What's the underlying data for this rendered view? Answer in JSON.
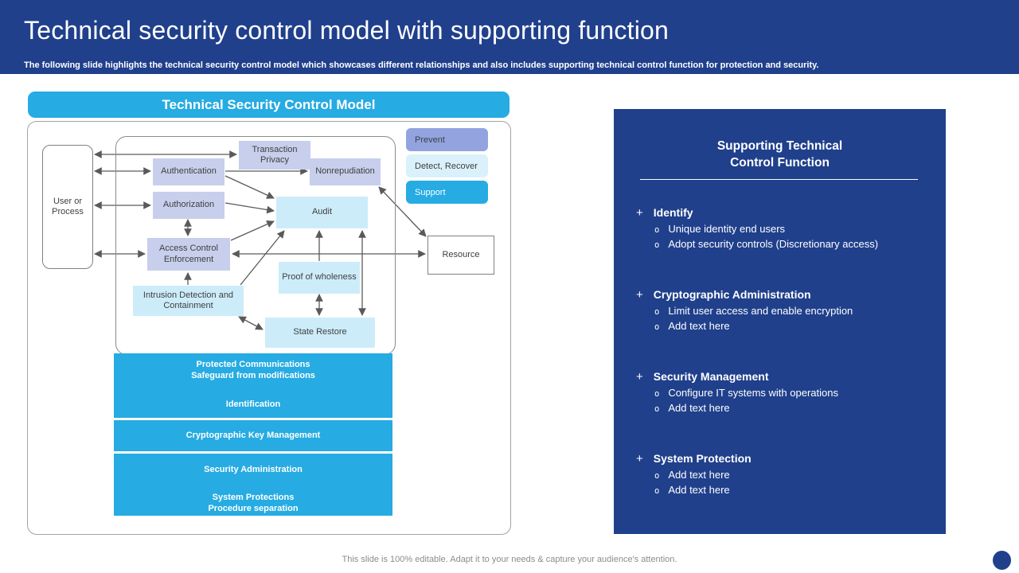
{
  "header": {
    "title": "Technical security control model with supporting function",
    "subtitle": "The following slide highlights the technical security control model which showcases different relationships and also includes supporting technical control function for protection and security."
  },
  "model_panel": {
    "title": "Technical Security Control Model",
    "boxes": {
      "user_process": "User or Process",
      "transaction_privacy": "Transaction Privacy",
      "authentication": "Authentication",
      "nonrepudiation": "Nonrepudiation",
      "authorization": "Authorization",
      "audit": "Audit",
      "access_control": "Access Control Enforcement",
      "intrusion_detection": "Intrusion Detection and Containment",
      "proof_of_wholeness": "Proof of wholeness",
      "state_restore": "State Restore",
      "resource": "Resource"
    },
    "legend": [
      {
        "label": "Prevent",
        "color": "#92a3e0"
      },
      {
        "label": "Detect, Recover",
        "color": "#daf1fc"
      },
      {
        "label": "Support",
        "color": "#26abe2"
      }
    ],
    "bars": {
      "bar1_line1": "Protected Communications",
      "bar1_line2": "Safeguard from modifications",
      "bar1_line3": "Identification",
      "bar2": "Cryptographic Key Management",
      "bar3_line1": "Security Administration",
      "bar3_line2": "System Protections",
      "bar3_line3": "Procedure separation"
    }
  },
  "support_panel": {
    "title": "Supporting Technical\nControl Function",
    "section_marker": "+",
    "item_marker": "o",
    "sections": [
      {
        "title": "Identify",
        "items": [
          "Unique identity end users",
          "Adopt security controls (Discretionary access)"
        ]
      },
      {
        "title": "Cryptographic Administration",
        "items": [
          "Limit user access and enable encryption",
          "Add text here"
        ]
      },
      {
        "title": "Security Management",
        "items": [
          "Configure IT systems with operations",
          "Add text here"
        ]
      },
      {
        "title": "System Protection",
        "items": [
          "Add text here",
          "Add text here"
        ]
      }
    ]
  },
  "footer": {
    "note": "This slide is 100% editable. Adapt it to your needs & capture your audience's attention."
  },
  "colors": {
    "navy": "#20408c",
    "cyan": "#26abe2",
    "lavender_box": "#c7cfec",
    "light_cyan_box": "#cdecfa",
    "arrow_gray": "#5a5a5a",
    "footer_gray": "#8c8c8c"
  }
}
